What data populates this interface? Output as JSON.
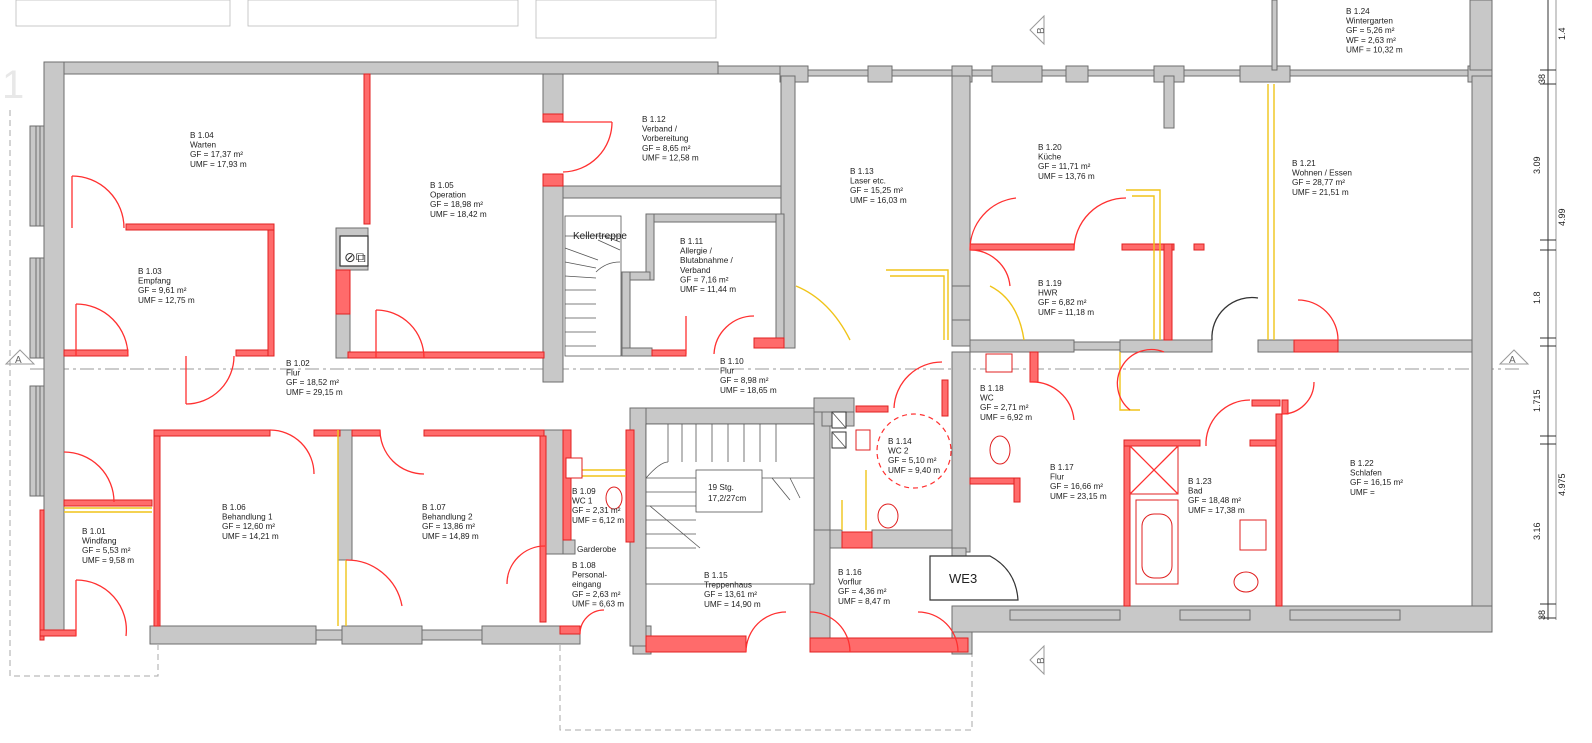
{
  "rooms": [
    {
      "id": "r101",
      "lines": [
        "B 1.01",
        "Windfang",
        "GF = 5,53 m²",
        "UMF = 9,58 m"
      ]
    },
    {
      "id": "r102",
      "lines": [
        "B 1.02",
        "Flur",
        "GF = 18,52 m²",
        "UMF = 29,15 m"
      ]
    },
    {
      "id": "r103",
      "lines": [
        "B 1.03",
        "Empfang",
        "GF = 9,61 m²",
        "UMF = 12,75 m"
      ]
    },
    {
      "id": "r104",
      "lines": [
        "B 1.04",
        "Warten",
        "GF = 17,37 m²",
        "UMF = 17,93 m"
      ]
    },
    {
      "id": "r105",
      "lines": [
        "B 1.05",
        "Operation",
        "GF = 18,98 m²",
        "UMF = 18,42 m"
      ]
    },
    {
      "id": "r106",
      "lines": [
        "B 1.06",
        "Behandlung 1",
        "GF = 12,60 m²",
        "UMF = 14,21 m"
      ]
    },
    {
      "id": "r107",
      "lines": [
        "B 1.07",
        "Behandlung 2",
        "GF = 13,86 m²",
        "UMF = 14,89 m"
      ]
    },
    {
      "id": "r108",
      "lines": [
        "B 1.08",
        "Personal-",
        "eingang",
        "GF = 2,63 m²",
        "UMF = 6,63 m"
      ]
    },
    {
      "id": "r109",
      "lines": [
        "B 1.09",
        "WC 1",
        "GF = 2,31 m²",
        "UMF = 6,12 m"
      ]
    },
    {
      "id": "r110",
      "lines": [
        "B 1.10",
        "Flur",
        "GF = 8,98 m²",
        "UMF = 18,65 m"
      ]
    },
    {
      "id": "r111",
      "lines": [
        "B 1.11",
        "Allergie /",
        "Blutabnahme /",
        "Verband",
        "GF = 7,16 m²",
        "UMF = 11,44 m"
      ]
    },
    {
      "id": "r112",
      "lines": [
        "B 1.12",
        "Verband /",
        "Vorbereitung",
        "GF = 8,65 m²",
        "UMF = 12,58 m"
      ]
    },
    {
      "id": "r113",
      "lines": [
        "B 1.13",
        "Laser etc.",
        "GF = 15,25 m²",
        "UMF = 16,03 m"
      ]
    },
    {
      "id": "r114",
      "lines": [
        "B 1.14",
        "WC 2",
        "GF = 5,10 m²",
        "UMF = 9,40 m"
      ]
    },
    {
      "id": "r115",
      "lines": [
        "B 1.15",
        "Treppenhaus",
        "GF = 13,61 m²",
        "UMF = 14,90 m"
      ]
    },
    {
      "id": "r116",
      "lines": [
        "B 1.16",
        "Vorflur",
        "GF = 4,36 m²",
        "UMF = 8,47 m"
      ]
    },
    {
      "id": "r117",
      "lines": [
        "B 1.17",
        "Flur",
        "GF = 16,66 m²",
        "UMF = 23,15 m"
      ]
    },
    {
      "id": "r118",
      "lines": [
        "B 1.18",
        "WC",
        "GF = 2,71 m²",
        "UMF = 6,92 m"
      ]
    },
    {
      "id": "r119",
      "lines": [
        "B 1.19",
        "HWR",
        "GF = 6,82 m²",
        "UMF = 11,18 m"
      ]
    },
    {
      "id": "r120",
      "lines": [
        "B 1.20",
        "Küche",
        "GF = 11,71 m²",
        "UMF = 13,76 m"
      ]
    },
    {
      "id": "r121",
      "lines": [
        "B 1.21",
        "Wohnen / Essen",
        "GF = 28,77 m²",
        "UMF = 21,51 m"
      ]
    },
    {
      "id": "r122",
      "lines": [
        "B 1.22",
        "Schlafen",
        "GF = 16,15 m²",
        "UMF ="
      ]
    },
    {
      "id": "r123",
      "lines": [
        "B 1.23",
        "Bad",
        "GF = 18,48 m²",
        "UMF = 17,38 m"
      ]
    },
    {
      "id": "r124",
      "lines": [
        "B 1.24",
        "Wintergarten",
        "GF = 5,26 m²",
        "WF = 2,63 m²",
        "UMF = 10,32 m"
      ]
    }
  ],
  "labels": {
    "kellertreppe": "Kellertreppe",
    "stairs_line1": "19 Stg.",
    "stairs_line2": "17,2/27cm",
    "garderobe": "Garderobe",
    "we3": "WE3"
  },
  "sections": {
    "a_left": "A",
    "a_right": "A",
    "b_top": "B",
    "b_bottom": "B"
  },
  "dimensions": [
    "1.4",
    "38",
    "3.09",
    "4.99",
    "1.8",
    "1.715",
    "4.975",
    "3.16",
    "38"
  ],
  "colors": {
    "new_wall": "#ff6b6b",
    "existing_wall": "#c8c8c8",
    "demolition": "#f0c419"
  }
}
